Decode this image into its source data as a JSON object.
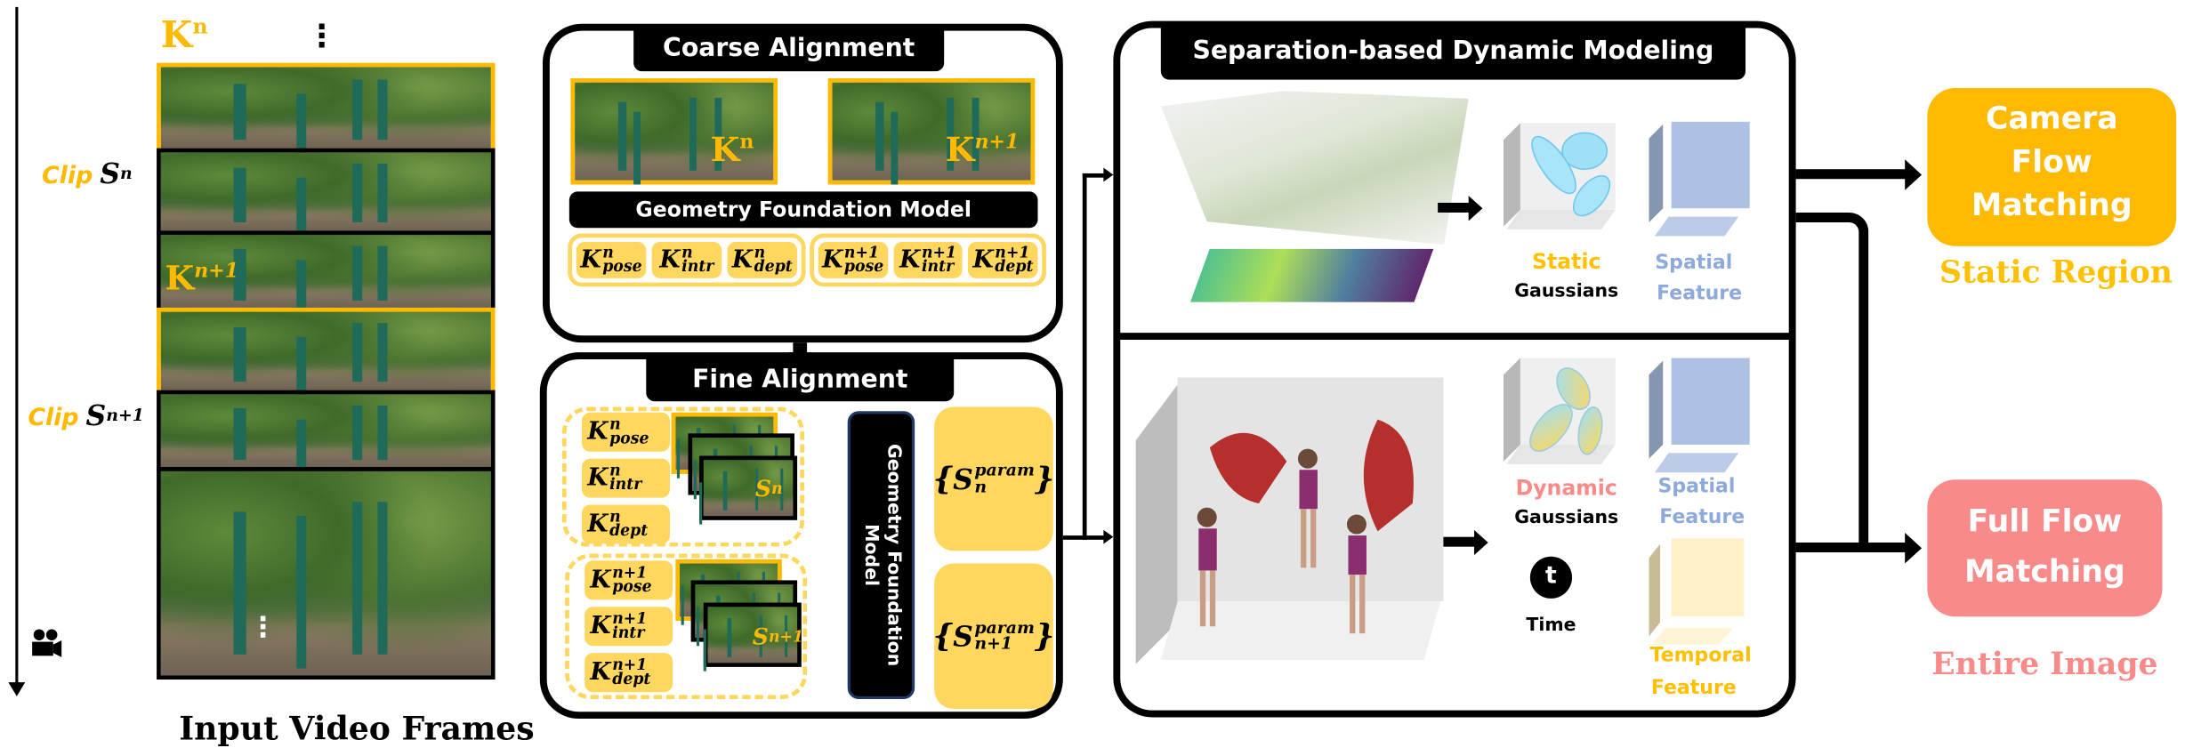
{
  "left": {
    "top_key": {
      "base": "K",
      "sup": "n"
    },
    "mid_key": {
      "base": "K",
      "sup": "n+1"
    },
    "clip_n": {
      "word": "Clip",
      "sym": "S",
      "sub": "n"
    },
    "clip_n1": {
      "word": "Clip",
      "sym": "S",
      "sub": "n+1"
    },
    "ellipsis": "⋮",
    "caption": "Input Video Frames"
  },
  "coarse": {
    "title": "Coarse Alignment",
    "frame_keys": [
      {
        "base": "K",
        "sup": "n"
      },
      {
        "base": "K",
        "sup": "n+1"
      }
    ],
    "model": "Geometry Foundation Model",
    "params_n": [
      {
        "base": "K",
        "sup": "n",
        "sub": "pose"
      },
      {
        "base": "K",
        "sup": "n",
        "sub": "intr"
      },
      {
        "base": "K",
        "sup": "n",
        "sub": "dept"
      }
    ],
    "params_n1": [
      {
        "base": "K",
        "sup": "n+1",
        "sub": "pose"
      },
      {
        "base": "K",
        "sup": "n+1",
        "sub": "intr"
      },
      {
        "base": "K",
        "sup": "n+1",
        "sub": "dept"
      }
    ]
  },
  "fine": {
    "title": "Fine Alignment",
    "clip_keys": [
      {
        "base": "S",
        "sub": "n"
      },
      {
        "base": "S",
        "sub": "n+1"
      }
    ],
    "model_line1": "Geometry Foundation",
    "model_line2": "Model",
    "outputs": [
      {
        "base": "S",
        "sup": "param",
        "sub": "n"
      },
      {
        "base": "S",
        "sup": "param",
        "sub": "n+1"
      }
    ]
  },
  "separation": {
    "title": "Separation-based Dynamic Modeling",
    "static_word": "Static",
    "dynamic_word": "Dynamic",
    "gaussians": "Gaussians",
    "spatial": "Spatial",
    "feature": "Feature",
    "temporal": "Temporal",
    "time_glyph": "t",
    "time_label": "Time"
  },
  "outputs": {
    "camera_flow": [
      "Camera",
      "Flow",
      "Matching"
    ],
    "static_region": "Static Region",
    "full_flow": [
      "Full Flow",
      "Matching"
    ],
    "entire_image": "Entire Image"
  },
  "colors": {
    "orange": "#FFB900",
    "yellow": "#FFD75E",
    "pink": "#F88A8A",
    "spatial_blue": "#8EA9DB",
    "temporal_yellow": "#FFC000"
  }
}
